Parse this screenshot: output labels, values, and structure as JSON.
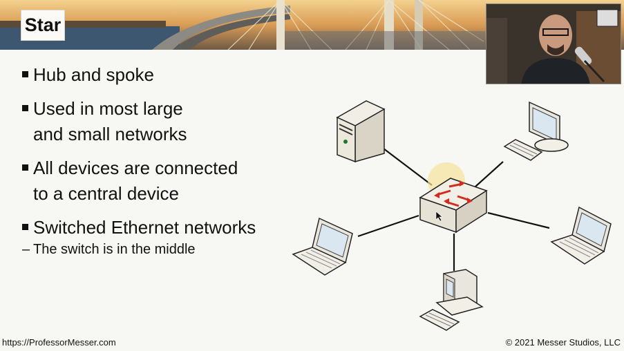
{
  "slide": {
    "title": "Star",
    "bullets": [
      {
        "lines": [
          "Hub and spoke"
        ]
      },
      {
        "lines": [
          "Used in most large",
          "and small networks"
        ]
      },
      {
        "lines": [
          "All devices are connected",
          "to a central device"
        ]
      },
      {
        "lines": [
          "Switched Ethernet networks"
        ]
      }
    ],
    "sub_bullet": {
      "dash": "–",
      "text": "The switch is in the middle"
    }
  },
  "footer": {
    "website": "https://ProfessorMesser.com",
    "copyright": "© 2021 Messer Studios, LLC"
  },
  "diagram": {
    "nodes": [
      "server-icon",
      "switch-icon",
      "desktop-computer-icon",
      "laptop-icon",
      "laptop-icon",
      "workstation-icon"
    ],
    "colors": {
      "switch_arrows": "#d42b1e",
      "glow": "#f4c842",
      "case": "#ece9df"
    }
  }
}
